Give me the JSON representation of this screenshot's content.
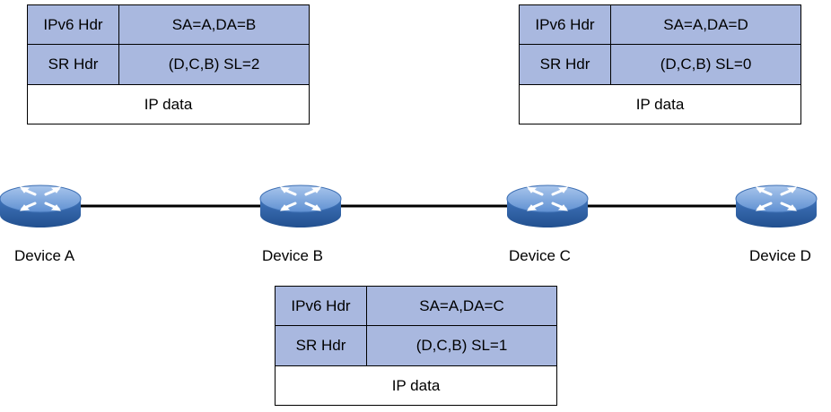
{
  "packets": [
    {
      "rows": [
        [
          "IPv6 Hdr",
          "SA=A,DA=B"
        ],
        [
          "SR Hdr",
          "(D,C,B) SL=2"
        ],
        [
          "IP data"
        ]
      ]
    },
    {
      "rows": [
        [
          "IPv6 Hdr",
          "SA=A,DA=D"
        ],
        [
          "SR Hdr",
          "(D,C,B) SL=0"
        ],
        [
          "IP data"
        ]
      ]
    },
    {
      "rows": [
        [
          "IPv6 Hdr",
          "SA=A,DA=C"
        ],
        [
          "SR Hdr",
          "(D,C,B) SL=1"
        ],
        [
          "IP data"
        ]
      ]
    }
  ],
  "devices": [
    "Device A",
    "Device B",
    "Device C",
    "Device D"
  ],
  "colors": {
    "header_fill": "#a9b8df",
    "router_body": "#4a7fc4",
    "router_top": "#8ab1e0"
  }
}
